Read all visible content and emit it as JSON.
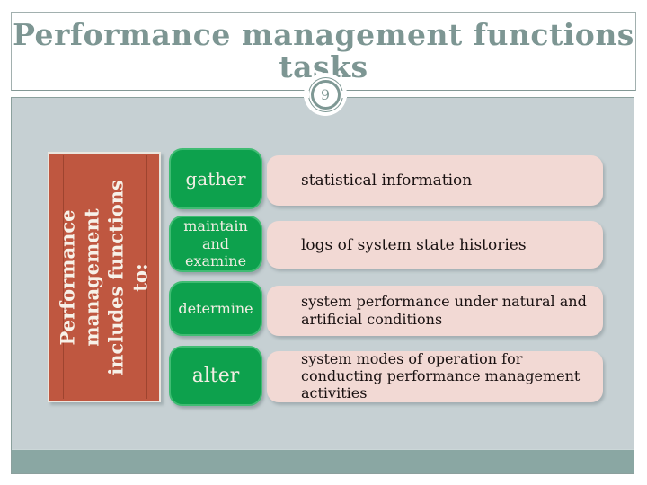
{
  "header": {
    "title": "Performance management functions\ntasks",
    "slide_number": "9"
  },
  "category": {
    "label": "Performance\nmanagement\nincludes functions\nto:"
  },
  "rows": [
    {
      "action": "gather",
      "description": "statistical information"
    },
    {
      "action": "maintain\nand\nexamine",
      "description": "logs of system state histories"
    },
    {
      "action": "determine",
      "description": "system performance under natural and artificial conditions"
    },
    {
      "action": "alter",
      "description": "system modes of operation for conducting performance management activities"
    }
  ],
  "colors": {
    "title_text": "#7d9693",
    "category_fill": "#bf5740",
    "action_fill": "#0da14d",
    "description_fill": "#f2d9d4",
    "content_background": "#c6d0d3",
    "bottom_band": "#8aa7a3"
  }
}
